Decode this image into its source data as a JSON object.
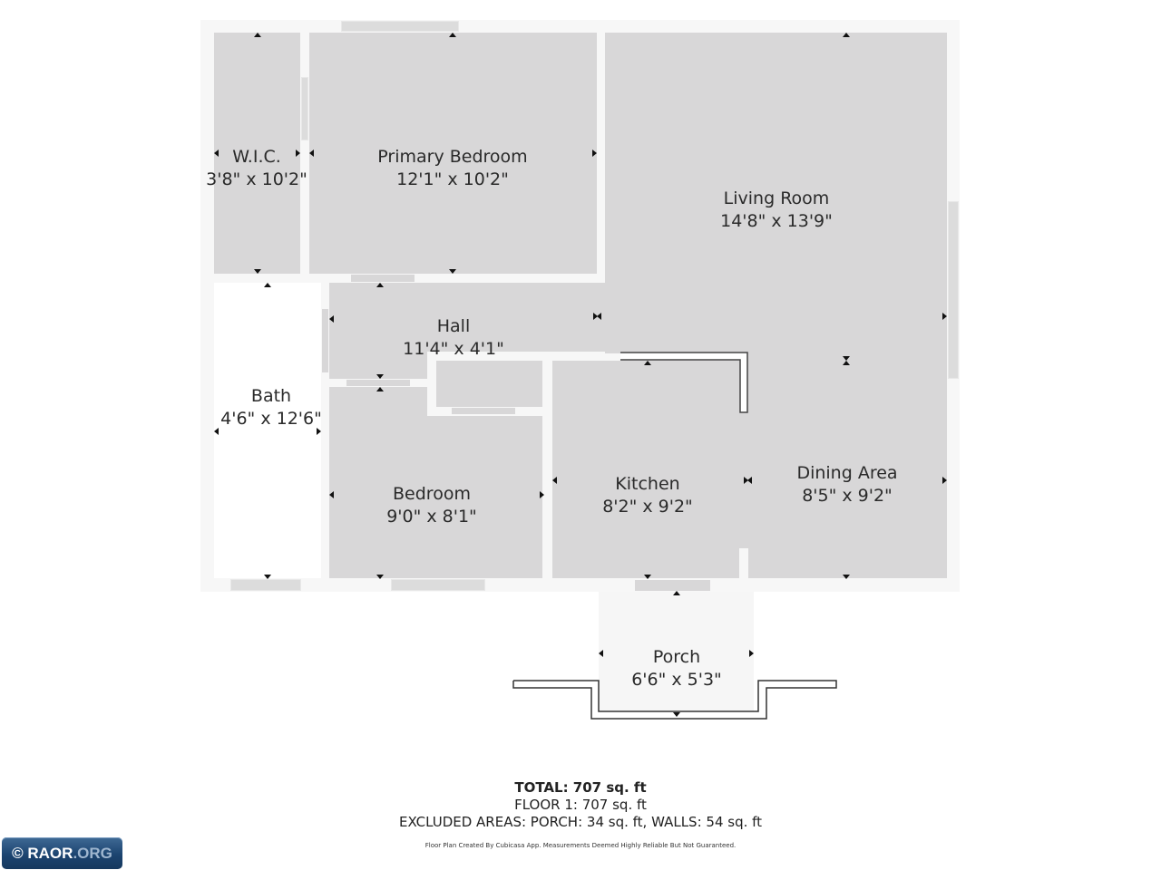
{
  "rooms": [
    {
      "id": "wic",
      "name": "W.I.C.",
      "dims": "3'8\" x 10'2\""
    },
    {
      "id": "primary-bedroom",
      "name": "Primary Bedroom",
      "dims": "12'1\" x 10'2\""
    },
    {
      "id": "living-room",
      "name": "Living Room",
      "dims": "14'8\" x 13'9\""
    },
    {
      "id": "hall",
      "name": "Hall",
      "dims": "11'4\" x 4'1\""
    },
    {
      "id": "bath",
      "name": "Bath",
      "dims": "4'6\" x 12'6\""
    },
    {
      "id": "bedroom",
      "name": "Bedroom",
      "dims": "9'0\" x 8'1\""
    },
    {
      "id": "kitchen",
      "name": "Kitchen",
      "dims": "8'2\" x 9'2\""
    },
    {
      "id": "dining-area",
      "name": "Dining Area",
      "dims": "8'5\" x 9'2\""
    },
    {
      "id": "porch",
      "name": "Porch",
      "dims": "6'6\" x 5'3\""
    }
  ],
  "summary": {
    "total": "TOTAL: 707 sq. ft",
    "floor1": "FLOOR 1: 707 sq. ft",
    "excluded": "EXCLUDED AREAS: PORCH: 34 sq. ft, WALLS: 54 sq. ft",
    "disclaimer": "Floor Plan Created By Cubicasa App. Measurements Deemed Highly Reliable But Not Guaranteed."
  },
  "watermark": {
    "symbol": "©",
    "brand": "RAOR",
    "tld": ".ORG"
  },
  "colors": {
    "room_fill": "#d8d7d8",
    "wall": "#f7f7f7",
    "text": "#2a2a2a",
    "badge": "#1c4470"
  }
}
